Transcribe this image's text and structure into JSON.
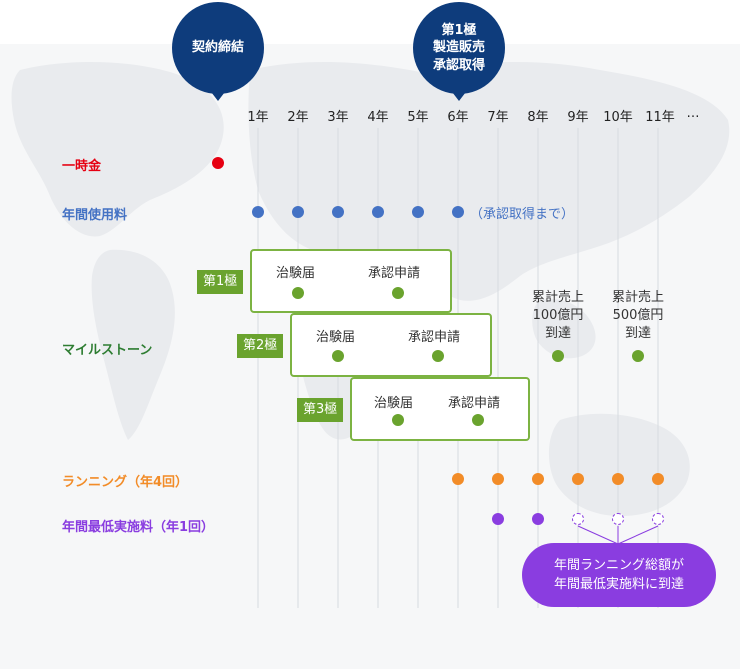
{
  "pins": [
    {
      "key": "contract",
      "text": "契約締結"
    },
    {
      "key": "approval",
      "text": "第1極\n製造販売\n承認取得"
    }
  ],
  "years": [
    "1年",
    "2年",
    "3年",
    "4年",
    "5年",
    "6年",
    "7年",
    "8年",
    "9年",
    "10年",
    "11年",
    "…"
  ],
  "rows": {
    "upfront": {
      "label": "一時金",
      "color": "#e60012"
    },
    "annual_fee": {
      "label": "年間使用料",
      "color": "#4472c4",
      "note": "（承認取得まで）"
    },
    "milestone": {
      "label": "マイルストーン",
      "color": "#2e7d32"
    },
    "running": {
      "label": "ランニング（年4回）",
      "color": "#f28c28"
    },
    "minimum": {
      "label": "年間最低実施料（年1回）",
      "color": "#8a3de0"
    }
  },
  "milestones": {
    "phases": [
      "第1極",
      "第2極",
      "第3極"
    ],
    "trial_notice": "治験届",
    "approval_application": "承認申請",
    "sales_100": "累計売上\n100億円\n到達",
    "sales_500": "累計売上\n500億円\n到達"
  },
  "callout": "年間ランニング総額が\n年間最低実施料に到達",
  "colors": {
    "navy": "#0e3c7c",
    "green": "#6aa32e",
    "map": "#eef0f2"
  }
}
